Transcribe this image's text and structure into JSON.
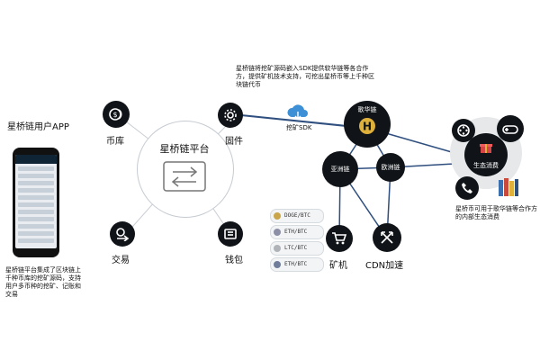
{
  "phone": {
    "title": "星桥链用户APP",
    "caption": "星桥链平台集成了区块链上千种币库的挖矿源码，支持用户多币种的挖矿、记账和交易"
  },
  "platform": {
    "label": "星桥链平台"
  },
  "nodes": {
    "coin_library": "币库",
    "firmware": "固件",
    "trade": "交易",
    "wallet": "钱包",
    "miner": "矿机",
    "cdn": "CDN加速",
    "ecosystem": "生态消费"
  },
  "firmware_note": "星桥链将挖矿源码嵌入SDK提供软华链等各合作方，提供矿机技术支持，可挖出星桥币等上千种区块链代币",
  "cloud_label": "挖矿SDK",
  "chains": {
    "main": "歌华链",
    "a": "亚洲链",
    "b": "欧洲链"
  },
  "coins": [
    "DOGE/BTC",
    "ETH/BTC",
    "LTC/BTC",
    "ETH/BTC"
  ],
  "eco_note": "星桥币可用于歌华链等合作方的内部生态消费",
  "colors": {
    "line": "#2f4f7f",
    "node": "#101418",
    "accent": "#e0b13a"
  }
}
